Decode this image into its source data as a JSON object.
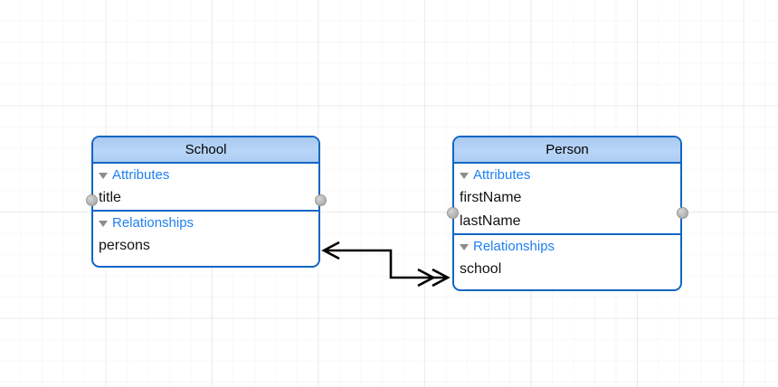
{
  "canvas": {
    "grid_color": "#f0f0f0",
    "background": "#ffffff"
  },
  "theme": {
    "entity_border": "#1266c4",
    "header_fill": "#b0d0f5",
    "section_label_color": "#2080f0",
    "field_text_color": "#121212",
    "disclosure_color": "#8c8c8c",
    "handle_color": "#bdbdbd",
    "connector_color": "#000000"
  },
  "entities": [
    {
      "id": "school",
      "name": "School",
      "sections": [
        {
          "label": "Attributes",
          "disclosure": "triangle-down-icon",
          "fields": [
            {
              "name": "title"
            }
          ]
        },
        {
          "label": "Relationships",
          "disclosure": "triangle-down-icon",
          "fields": [
            {
              "name": "persons"
            }
          ]
        }
      ]
    },
    {
      "id": "person",
      "name": "Person",
      "sections": [
        {
          "label": "Attributes",
          "disclosure": "triangle-down-icon",
          "fields": [
            {
              "name": "firstName"
            },
            {
              "name": "lastName"
            }
          ]
        },
        {
          "label": "Relationships",
          "disclosure": "triangle-down-icon",
          "fields": [
            {
              "name": "school"
            }
          ]
        }
      ]
    }
  ],
  "relationship": {
    "from_entity": "School",
    "from_field": "persons",
    "to_entity": "Person",
    "to_field": "school",
    "to_person_arrow": "double-chevron-to-many",
    "to_school_arrow": "single-chevron-to-one"
  }
}
